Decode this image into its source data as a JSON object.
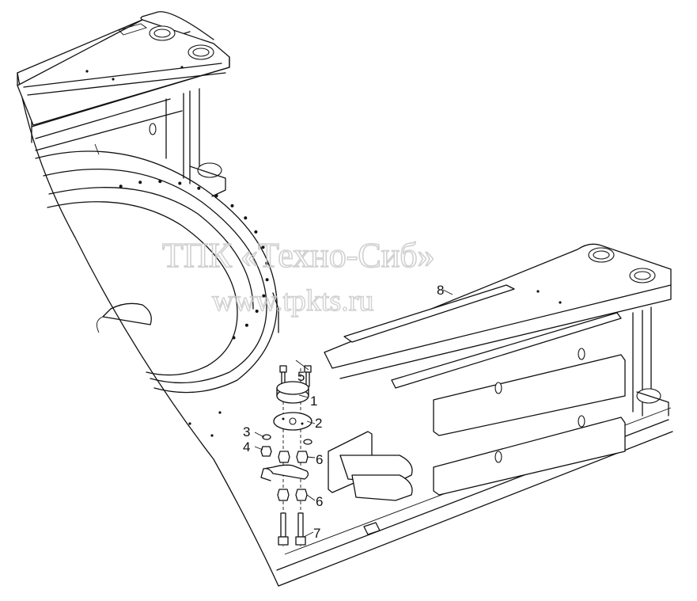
{
  "watermark": {
    "line1": "ТПК «Техно-Сиб»",
    "line2": "www.tpkts.ru"
  },
  "callouts": [
    {
      "id": "c1",
      "label": "1"
    },
    {
      "id": "c2",
      "label": "2"
    },
    {
      "id": "c3",
      "label": "3"
    },
    {
      "id": "c4",
      "label": "4"
    },
    {
      "id": "c5",
      "label": "5"
    },
    {
      "id": "c6a",
      "label": "6"
    },
    {
      "id": "c6b",
      "label": "6"
    },
    {
      "id": "c7",
      "label": "7"
    },
    {
      "id": "c8",
      "label": "8"
    }
  ]
}
